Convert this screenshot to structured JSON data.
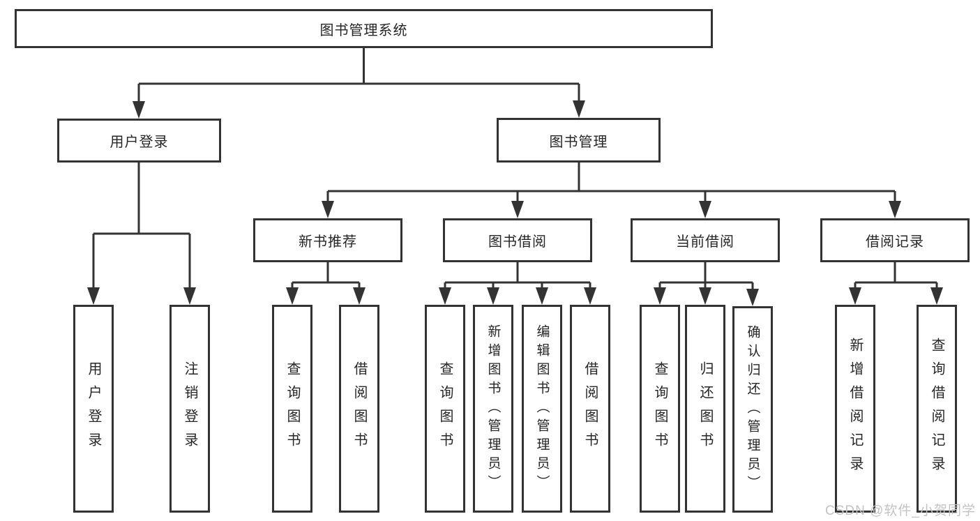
{
  "diagram": {
    "title_node": "图书管理系统",
    "level2": {
      "user_login": "用户登录",
      "book_management": "图书管理"
    },
    "level3": {
      "new_book_recommendation": "新书推荐",
      "book_borrowing": "图书借阅",
      "current_borrowing": "当前借阅",
      "borrowing_records": "借阅记录"
    },
    "leaves": {
      "user_login": "用户登录",
      "logout": "注销登录",
      "nb_query_books": "查询图书",
      "nb_borrow_books": "借阅图书",
      "bb_query_books": "查询图书",
      "bb_add_books_admin": "新增图书（管理员）",
      "bb_edit_books_admin": "编辑图书（管理员）",
      "bb_borrow_books": "借阅图书",
      "cb_query_books": "查询图书",
      "cb_return_books": "归还图书",
      "cb_confirm_return_admin": "确认归还（管理员）",
      "br_add_record": "新增借阅记录",
      "br_query_record": "查询借阅记录"
    }
  },
  "watermark": "CSDN @软件_小贺同学",
  "colors": {
    "line": "#333333",
    "text": "#262626",
    "watermark": "#c3c3c3",
    "background": "#ffffff"
  }
}
